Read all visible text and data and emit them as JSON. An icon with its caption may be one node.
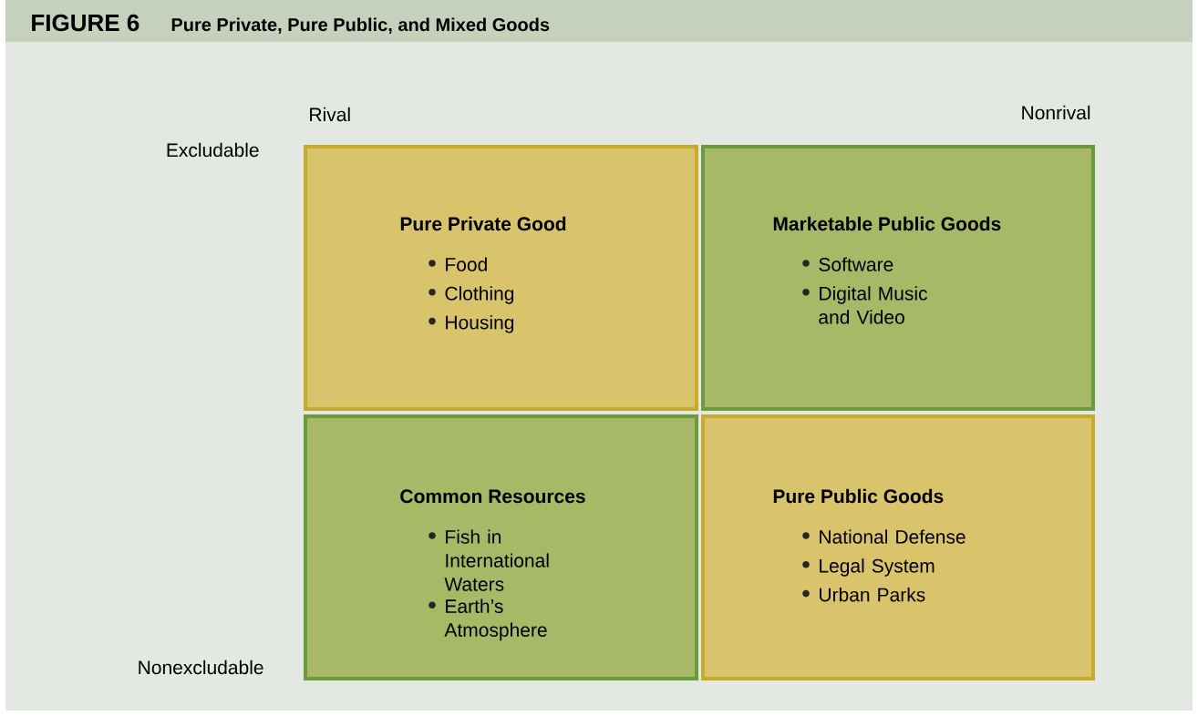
{
  "diagram": {
    "title": "Pure Private, Pure Public, and Mixed Goods",
    "nodes": [
      {
        "text": [
          "Pure Private Good",
          "Food",
          "Clothing",
          "Housing"
        ]
      },
      {
        "text": [
          "Marketable Public Goods",
          "Software",
          "Digital Music and Video"
        ]
      },
      {
        "text": [
          "Common Resources",
          "Fish in International Waters",
          "Earth’s Atmosphere"
        ]
      },
      {
        "text": [
          "Pure Public Goods",
          "National Defense",
          "Legal System",
          "Urban Parks"
        ]
      }
    ],
    "labels": [
      "FIGURE 6",
      "Rival",
      "Nonrival",
      "Excludable",
      "Nonexcludable"
    ]
  }
}
